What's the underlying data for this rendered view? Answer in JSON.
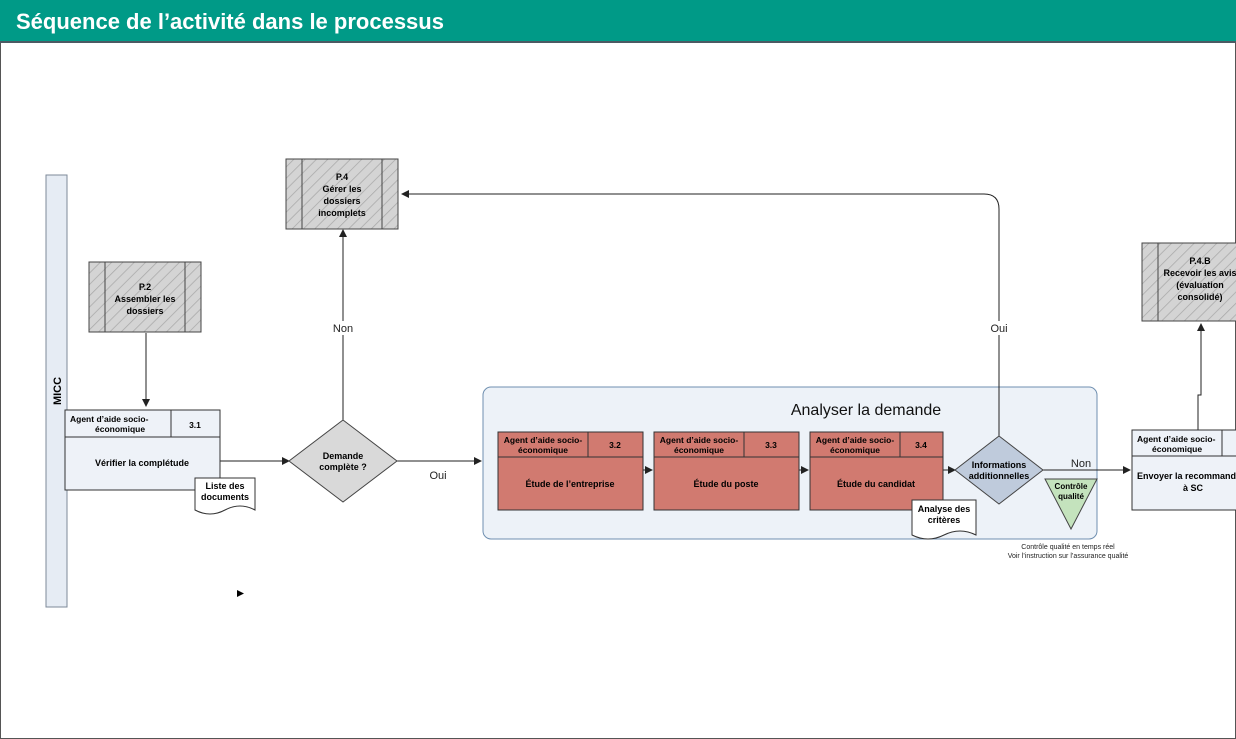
{
  "header": {
    "title": "Séquence de l’activité dans le processus"
  },
  "lane": {
    "label": "MICC"
  },
  "colors": {
    "header": "#009a87",
    "activity": "#d17a70",
    "lane": "#e6ecf4",
    "group": "#edf2f8",
    "decision_gray": "#d9d9d9",
    "decision_blue": "#bfcbdc",
    "quality": "#c4e3bd"
  },
  "refs": {
    "p4": {
      "code": "P.4",
      "line1": "Gérer les",
      "line2": "dossiers",
      "line3": "incomplets"
    },
    "p2": {
      "code": "P.2",
      "line1": "Assembler les",
      "line2": "dossiers"
    },
    "p4b": {
      "code": "P.4.B",
      "line1": "Recevoir les avis",
      "line2": "(évaluation",
      "line3": "consolidé)"
    }
  },
  "activities": {
    "a31": {
      "role1": "Agent d’aide socio-",
      "role2": "économique",
      "num": "3.1",
      "title": "Vérifier la complétude"
    },
    "a32": {
      "role1": "Agent d’aide socio-",
      "role2": "économique",
      "num": "3.2",
      "title": "Étude de l’entreprise"
    },
    "a33": {
      "role1": "Agent d’aide socio-",
      "role2": "économique",
      "num": "3.3",
      "title": "Étude du poste"
    },
    "a34": {
      "role1": "Agent d’aide socio-",
      "role2": "économique",
      "num": "3.4",
      "title": "Étude du candidat"
    },
    "a35": {
      "role1": "Agent d’aide socio-",
      "role2": "économique",
      "title1": "Envoyer la recommand",
      "title2": "à SC"
    }
  },
  "documents": {
    "d1": {
      "line1": "Liste des",
      "line2": "documents"
    },
    "d2": {
      "line1": "Analyse des",
      "line2": "critères"
    }
  },
  "decisions": {
    "dec1": {
      "line1": "Demande",
      "line2": "complète ?"
    },
    "dec2": {
      "line1": "Informations",
      "line2": "additionnelles"
    }
  },
  "group": {
    "title": "Analyser la demande"
  },
  "quality": {
    "line1": "Contrôle",
    "line2": "qualité"
  },
  "labels": {
    "non1": "Non",
    "oui1": "Oui",
    "oui2": "Oui",
    "non2": "Non"
  },
  "note": {
    "line1": "Contrôle qualité en temps réel",
    "line2": "Voir l’instruction sur l’assurance qualité"
  }
}
